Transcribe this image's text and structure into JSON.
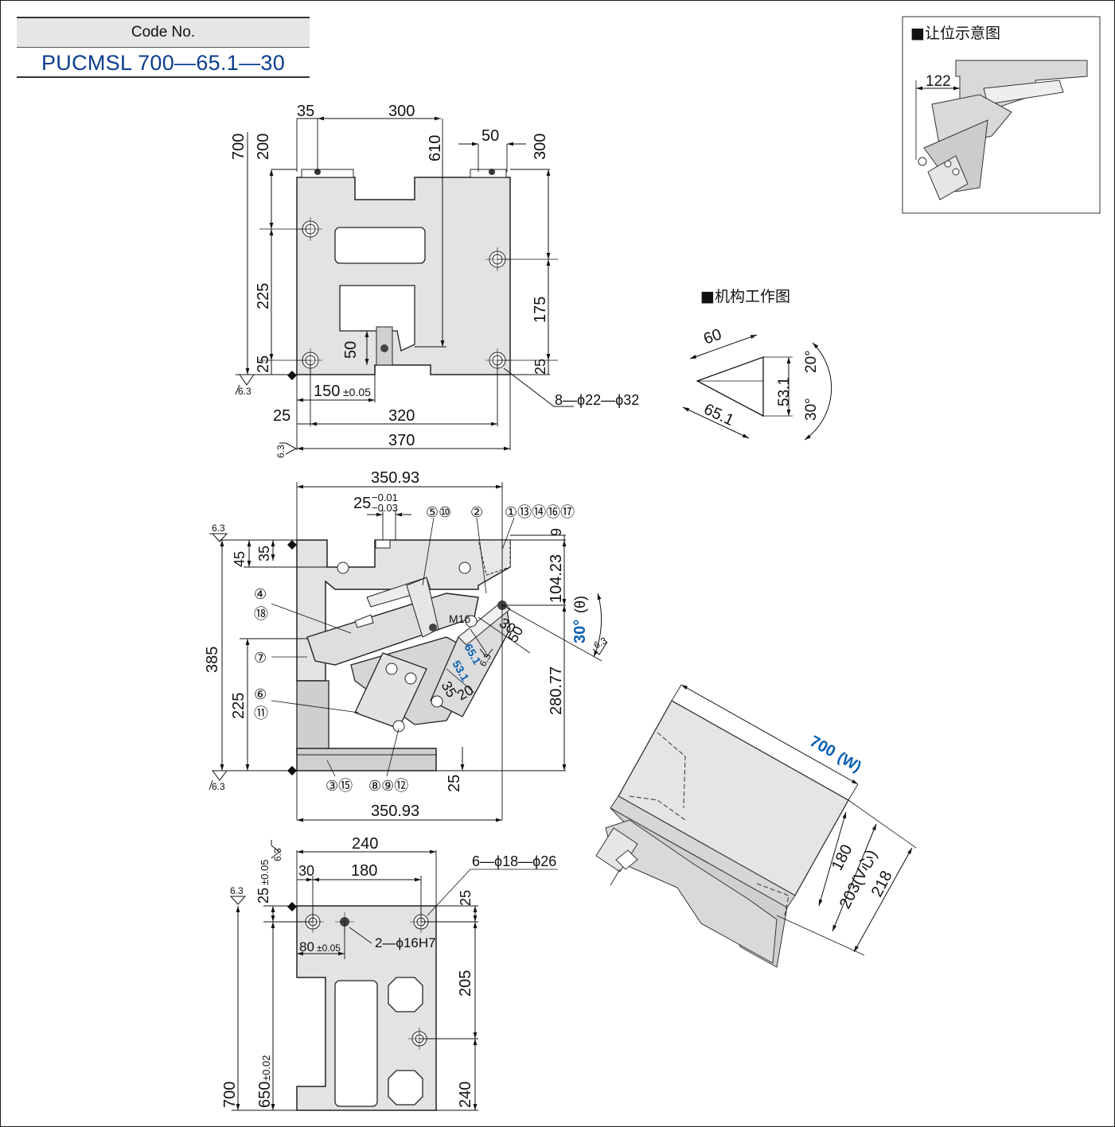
{
  "code_no": {
    "label": "Code No.",
    "value": "PUCMSL 700—65.1—30"
  },
  "inset": {
    "title": "■让位示意图",
    "dim": "122"
  },
  "mechanism": {
    "title": "■机构工作图",
    "dims": [
      "60",
      "65.1",
      "53.1",
      "20°",
      "30°"
    ]
  },
  "front_view": {
    "dims_top": [
      "35",
      "300",
      "50",
      "610"
    ],
    "dims_left": [
      "700",
      "200",
      "225",
      "25"
    ],
    "dims_right": [
      "300",
      "175",
      "25"
    ],
    "dim_slot": "50",
    "dim_tol": "150",
    "dim_tol_sub": "±0.05",
    "dims_bottom": [
      "25",
      "320",
      "370"
    ],
    "hole_note": "8—ϕ22—ϕ32",
    "roughness": "6.3"
  },
  "side_view": {
    "dim_top": "350.93",
    "dim_key": "25",
    "dim_key_upper": "−0.01",
    "dim_key_lower": "−0.03",
    "dims_left": [
      "45",
      "35",
      "385",
      "225"
    ],
    "dims_right": [
      "9",
      "104.23",
      "280.77"
    ],
    "angle": "30°",
    "angle_symbol": "(θ)",
    "dims_incline": [
      "30",
      "50",
      "35",
      "20",
      "M16",
      "65.1",
      "53.1"
    ],
    "dim_bottom_small": "25",
    "dim_bottom": "350.93",
    "parts": [
      "⑤⑩",
      "②",
      "①⑬⑭⑯⑰",
      "④",
      "⑱",
      "⑦",
      "⑥",
      "⑪",
      "③⑮",
      "⑧⑨⑫"
    ],
    "roughness": "6.3"
  },
  "bottom_view": {
    "dims_top": [
      "240",
      "30",
      "180"
    ],
    "dim_tol_top": "25",
    "dim_tol_top_sub": "±0.05",
    "dim_25": "25",
    "hole_note": "6—ϕ18—ϕ26",
    "pin_note": "2—ϕ16H7",
    "dim_80": "80",
    "dim_80_sub": "±0.05",
    "dims_right": [
      "205",
      "240"
    ],
    "dims_left": [
      "700",
      "650"
    ],
    "dim_650_sub": "±0.02",
    "roughness": "6.3"
  },
  "iso_view": {
    "width_dim": "700",
    "width_sym": "(W)",
    "dims": [
      "180",
      "203(V心)",
      "218"
    ]
  }
}
